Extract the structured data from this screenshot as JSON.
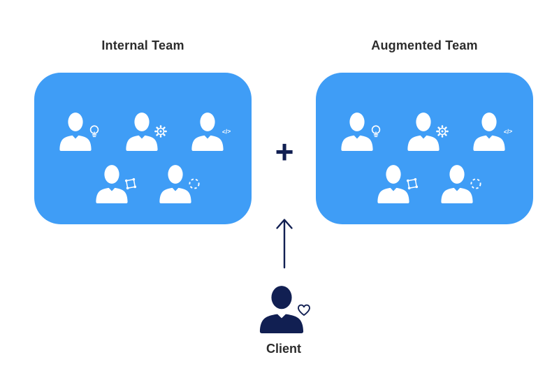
{
  "colors": {
    "team_box_blue": "#3F9DF6",
    "member_white": "#FFFFFF",
    "navy_accent": "#111F52",
    "text_dark": "#2C2C2C",
    "background": "#FFFFFF"
  },
  "teams": [
    {
      "label": "Internal Team",
      "members": [
        {
          "icon": "lightbulb"
        },
        {
          "icon": "gear"
        },
        {
          "icon": "code"
        },
        {
          "icon": "vector-square"
        },
        {
          "icon": "dashed-circle"
        }
      ]
    },
    {
      "label": "Augmented Team",
      "members": [
        {
          "icon": "lightbulb"
        },
        {
          "icon": "gear"
        },
        {
          "icon": "code"
        },
        {
          "icon": "vector-square"
        },
        {
          "icon": "dashed-circle"
        }
      ]
    }
  ],
  "connector": {
    "plus_symbol": "+",
    "arrow_direction": "up"
  },
  "icons": {
    "code_text": "</>"
  },
  "client": {
    "label": "Client"
  }
}
